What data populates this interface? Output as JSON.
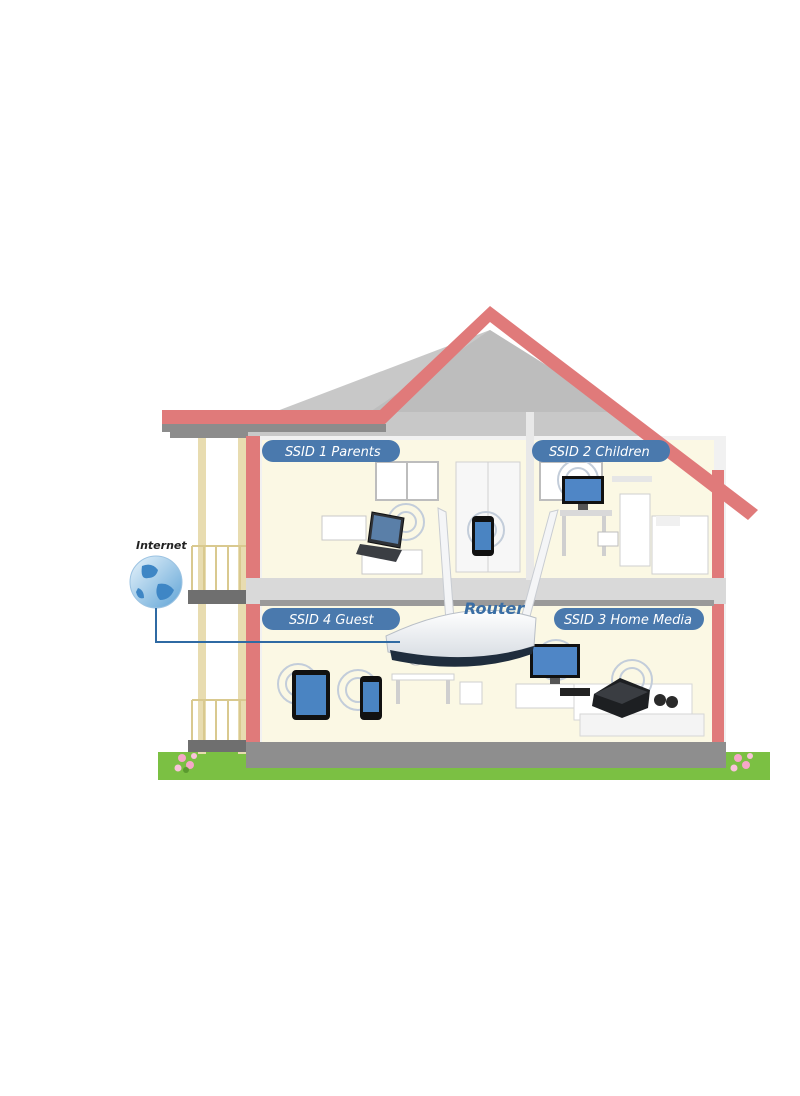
{
  "labels": {
    "internet": "Internet",
    "router": "Router",
    "ssid1": "SSID 1 Parents",
    "ssid2": "SSID 2 Children",
    "ssid3": "SSID 3 Home Media",
    "ssid4": "SSID 4 Guest"
  },
  "colors": {
    "roof": "#e07a7a",
    "wall": "#fbf8e4",
    "label_bg": "#4a79ad",
    "router_text": "#3a6ea5",
    "cable": "#2f6aa3",
    "grass": "#7bc043",
    "floor": "#9a9a9a"
  }
}
